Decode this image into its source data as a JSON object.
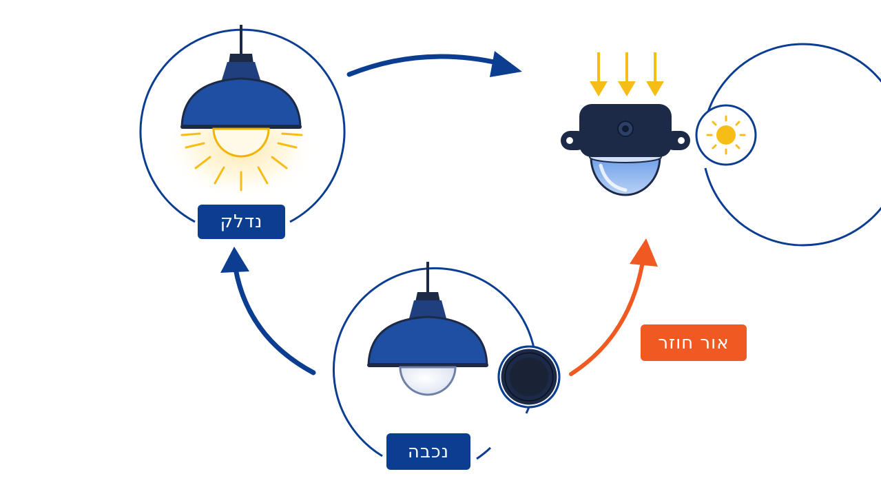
{
  "labels": {
    "lamp_on": "נדלק",
    "lamp_off": "נכבה",
    "reflected_light": "אור חוזר"
  },
  "icons": {
    "lamp_on": "pendant-lamp-lit-icon",
    "lamp_off": "pendant-lamp-unlit-icon",
    "sensor": "light-sensor-dome-icon",
    "sun_badge": "sun-icon",
    "dark_badge": "dark-circle-icon",
    "incoming_light": "down-arrows-icon"
  },
  "colors": {
    "navy": "#0b3d91",
    "dark_navy": "#1c2a48",
    "lamp_blue": "#1f4fa3",
    "orange": "#f05a22",
    "yellow": "#f6bd16",
    "glass_blue": "#8fb7ee"
  }
}
